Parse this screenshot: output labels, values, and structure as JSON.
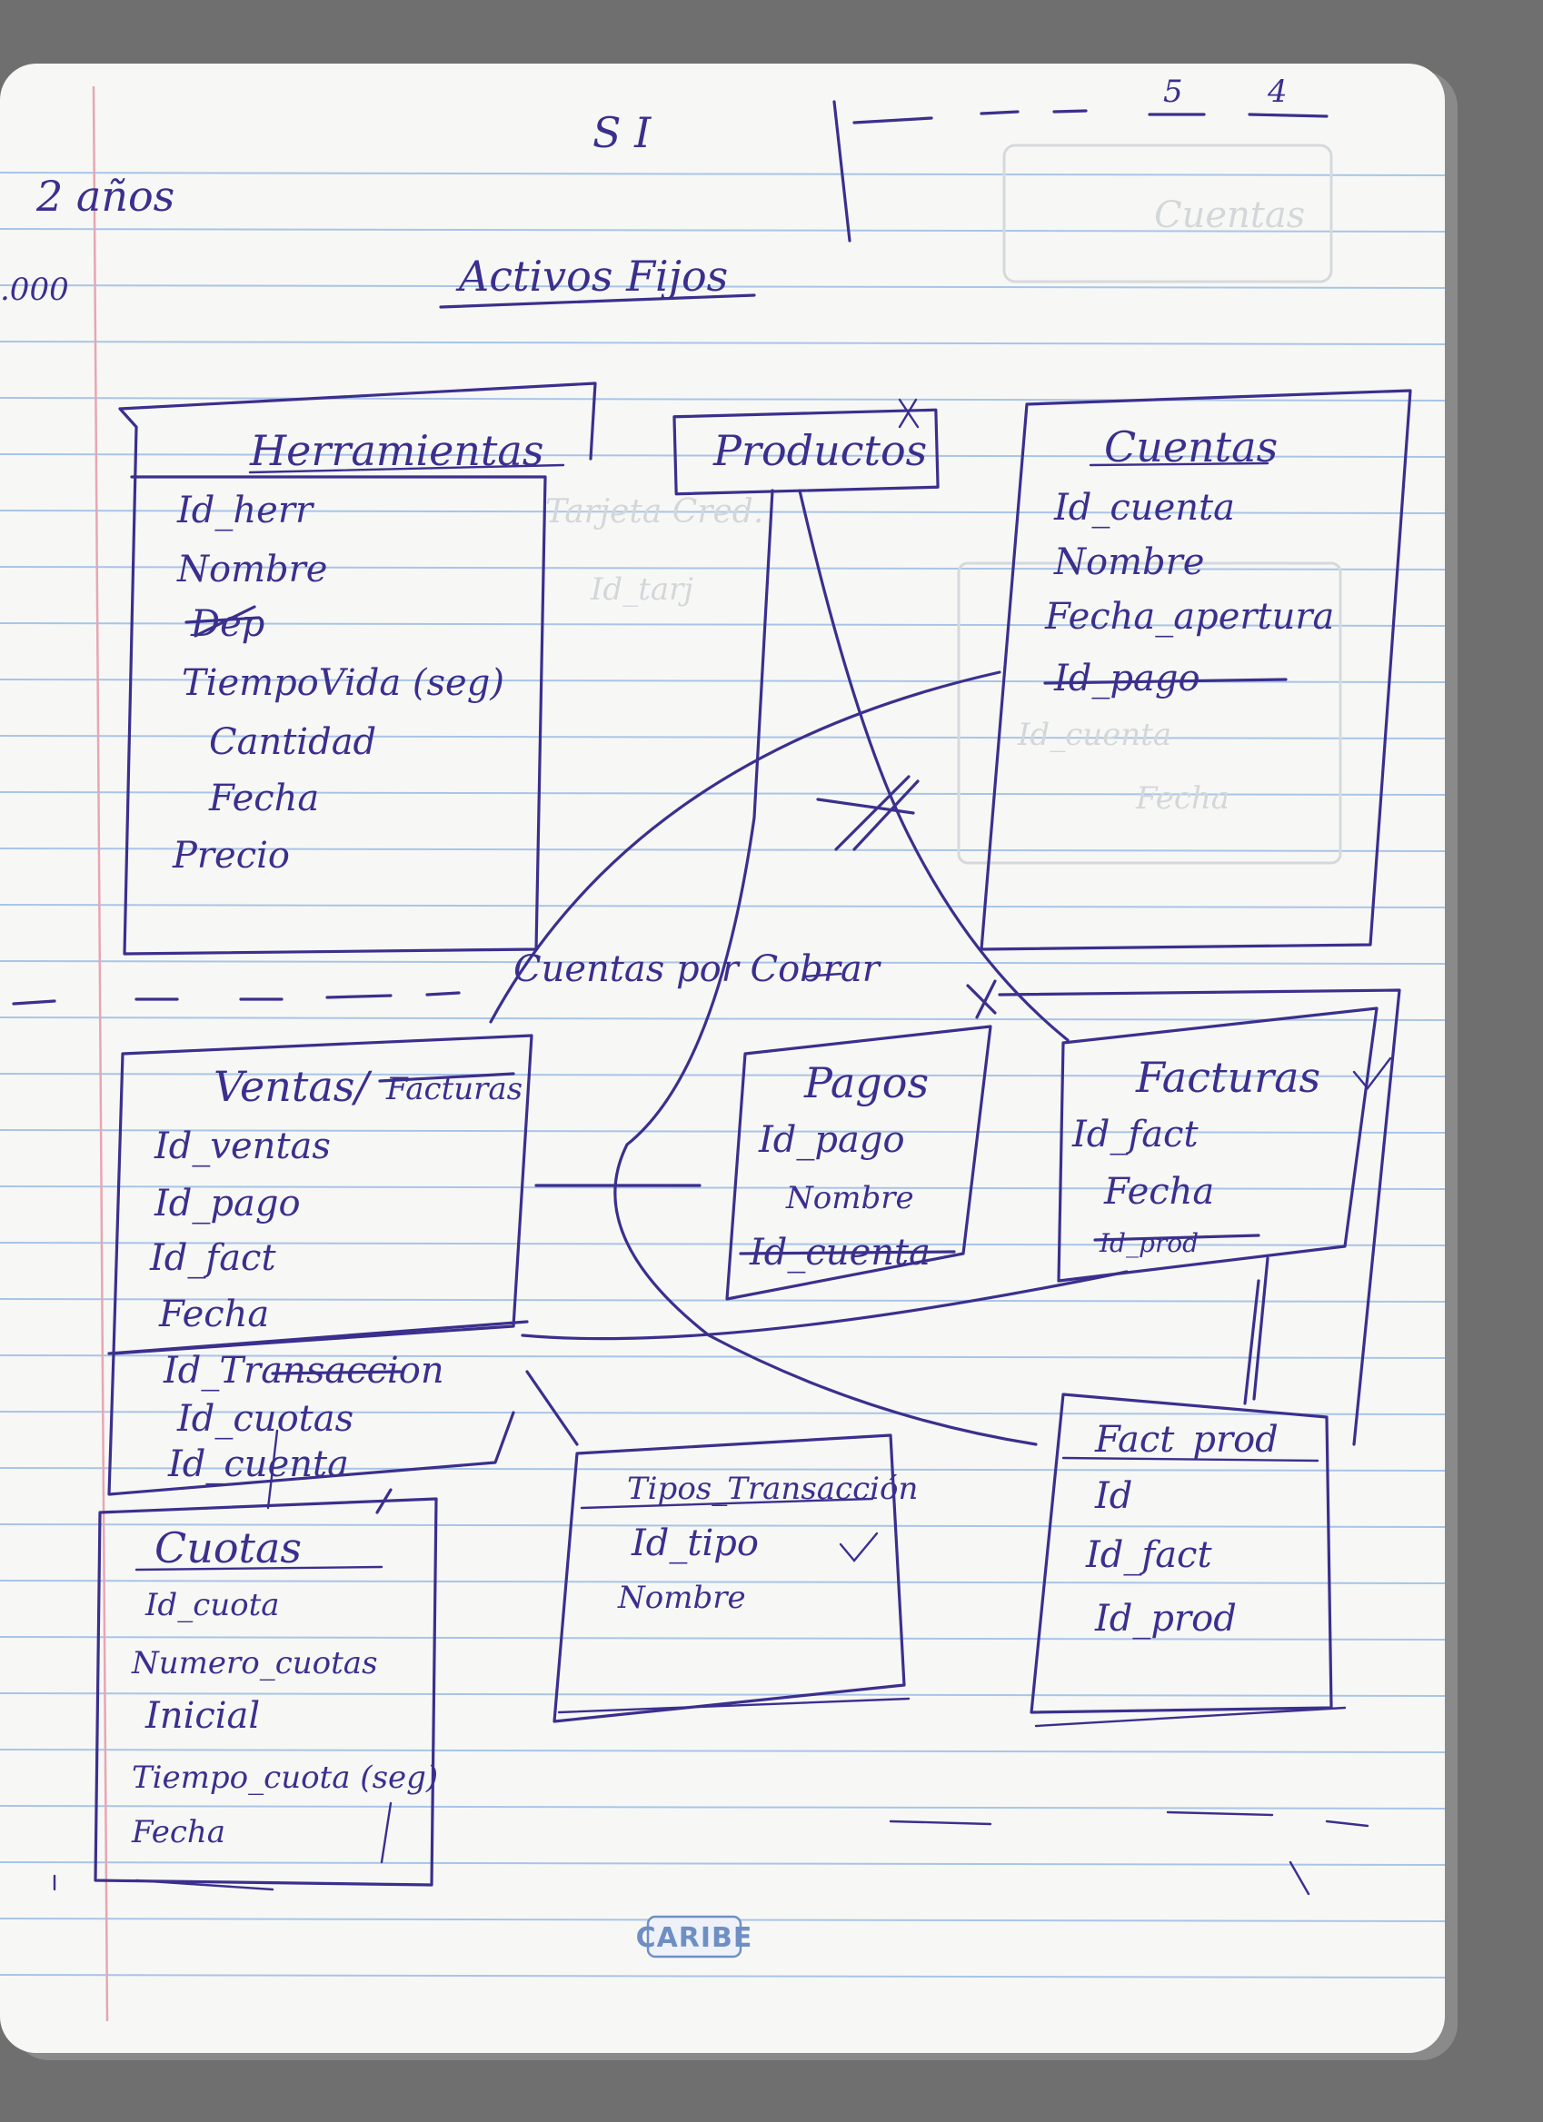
{
  "header": {
    "si": "S I",
    "page_numbers": [
      "5",
      "4"
    ],
    "side_note_years": "2 años",
    "side_note_amount": ".000",
    "title": "Activos Fijos"
  },
  "entities": {
    "herramientas": {
      "title": "Herramientas",
      "fields": [
        "Id_herr",
        "Nombre",
        "Dep",
        "TiempoVida (seg)",
        "Cantidad",
        "Fecha",
        "Precio"
      ]
    },
    "productos": {
      "title": "Productos"
    },
    "cuentas": {
      "title": "Cuentas",
      "fields": [
        "Id_cuenta",
        "Nombre",
        "Fecha_apertura",
        "Id_pago"
      ]
    },
    "ventas": {
      "title": "Ventas/",
      "title_struck": "Facturas",
      "fields": [
        "Id_ventas",
        "Id_pago",
        "Id_fact",
        "Fecha",
        "Id_Transaccion",
        "Id_cuotas",
        "Id_cuenta"
      ]
    },
    "pagos": {
      "title": "Pagos",
      "fields": [
        "Id_pago",
        "Nombre",
        "Id_cuenta"
      ]
    },
    "facturas": {
      "title": "Facturas",
      "fields": [
        "Id_fact",
        "Fecha",
        "Id_prod"
      ]
    },
    "cuotas": {
      "title": "Cuotas",
      "fields": [
        "Id_cuota",
        "Numero_cuotas",
        "Inicial",
        "Tiempo_cuota (seg)",
        "Fecha"
      ]
    },
    "tipos_transaccion": {
      "title": "Tipos_Transacción",
      "fields": [
        "Id_tipo",
        "Nombre"
      ]
    },
    "fact_prod": {
      "title": "Fact_prod",
      "fields": [
        "Id",
        "Id_fact",
        "Id_prod"
      ]
    }
  },
  "section_label": "Cuentas por Cobrar",
  "brand": "CARIBE",
  "colors": {
    "ink": "#3b2f8e",
    "paper": "#f7f8f5",
    "rule": "#a9c4e8",
    "background": "#6f6f6f"
  }
}
